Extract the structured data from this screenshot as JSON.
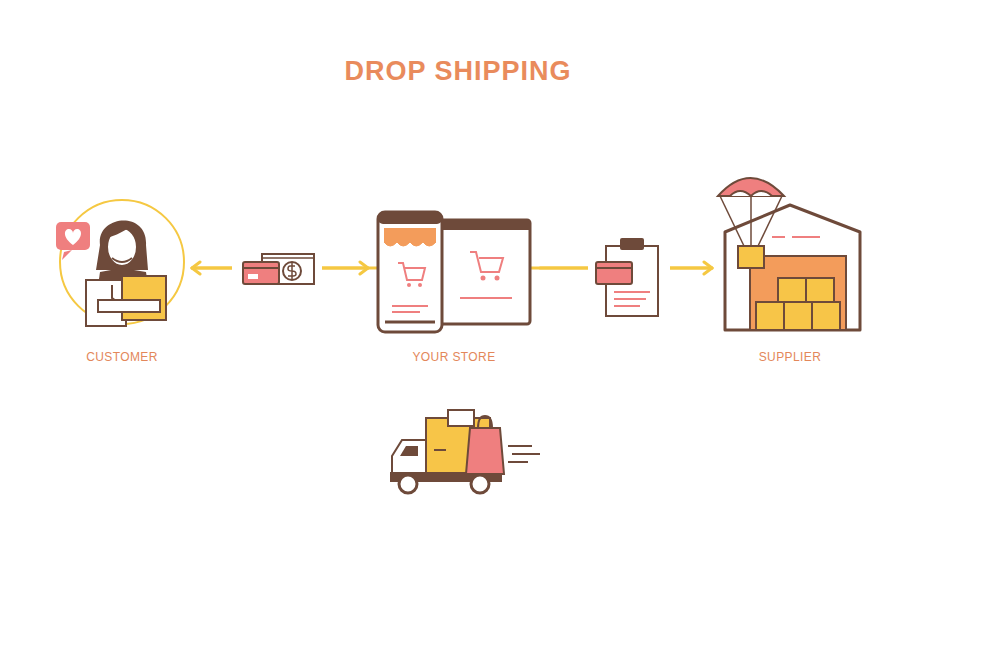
{
  "diagram": {
    "title": "DROP SHIPPING",
    "nodes": [
      {
        "text": [
          "CUSTOMER"
        ]
      },
      {
        "text": [
          "YOUR STORE"
        ]
      },
      {
        "text": [
          "SUPPLIER"
        ]
      }
    ],
    "edges": [
      {
        "from": 0,
        "to": 1,
        "arrow": "to"
      },
      {
        "from": 1,
        "to": 2,
        "arrow": "to"
      },
      {
        "from": 2,
        "to": 0,
        "arrow": "to"
      }
    ]
  }
}
